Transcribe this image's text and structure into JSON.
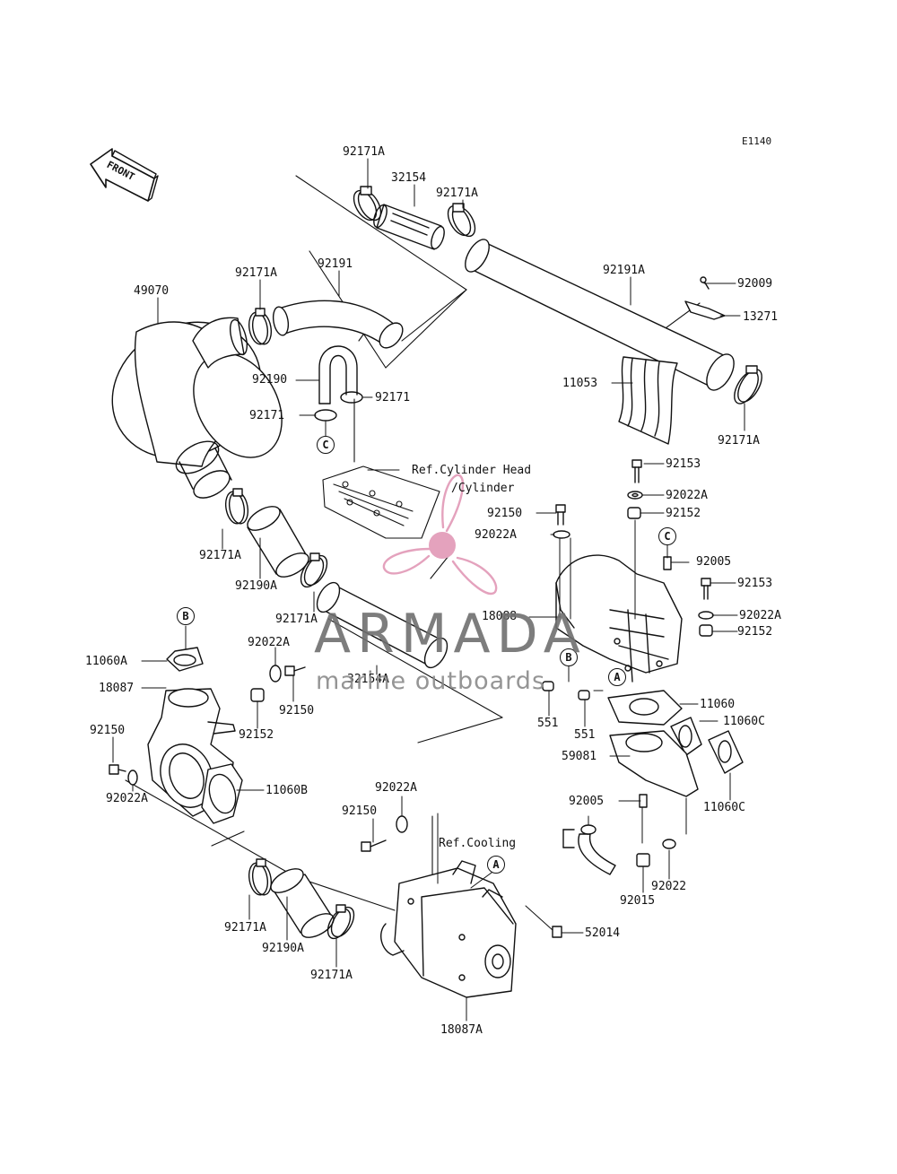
{
  "diagram_code": "E1140",
  "front_label": "FRONT",
  "watermark": {
    "brand": "ARMADA",
    "tagline": "marine outboards",
    "color": "#e4a2bd"
  },
  "parts": {
    "p92171A_top": "92171A",
    "p32154": "32154",
    "p92171A_top2": "92171A",
    "p92191A": "92191A",
    "p92009": "92009",
    "p13271": "13271",
    "p11053": "11053",
    "p92171A_right": "92171A",
    "p49070": "49070",
    "p92171A_mid": "92171A",
    "p92191": "92191",
    "p92190": "92190",
    "p92171_a": "92171",
    "p92171_b": "92171",
    "ref_cyl_head": "Ref.Cylinder Head",
    "ref_cyl": "/Cylinder",
    "p92153_a": "92153",
    "p92022A_a": "92022A",
    "p92152_a": "92152",
    "p92150_a": "92150",
    "p92022A_b": "92022A",
    "p92171A_left": "92171A",
    "p92190A_top": "92190A",
    "p92005_a": "92005",
    "p92153_b": "92153",
    "p18088": "18088",
    "p92022A_c": "92022A",
    "p92152_b": "92152",
    "p92171A_mid2": "92171A",
    "p11060A": "11060A",
    "p92022A_d": "92022A",
    "p18087": "18087",
    "p32154A": "32154A",
    "p92150_b": "92150",
    "p92152_c": "92152",
    "p551_a": "551",
    "p551_b": "551",
    "p11060": "11060",
    "p11060C_a": "11060C",
    "p59081": "59081",
    "p11060C_b": "11060C",
    "p92150_c": "92150",
    "p92022A_e": "92022A",
    "p11060B": "11060B",
    "p92022A_f": "92022A",
    "p92150_d": "92150",
    "p92005_b": "92005",
    "ref_cooling": "Ref.Cooling",
    "p92022": "92022",
    "p92015": "92015",
    "p92171A_bot": "92171A",
    "p92190A_bot": "92190A",
    "p92171A_bot2": "92171A",
    "p52014": "52014",
    "p18087A": "18087A"
  },
  "markers": {
    "B": "B",
    "C": "C",
    "A": "A"
  }
}
